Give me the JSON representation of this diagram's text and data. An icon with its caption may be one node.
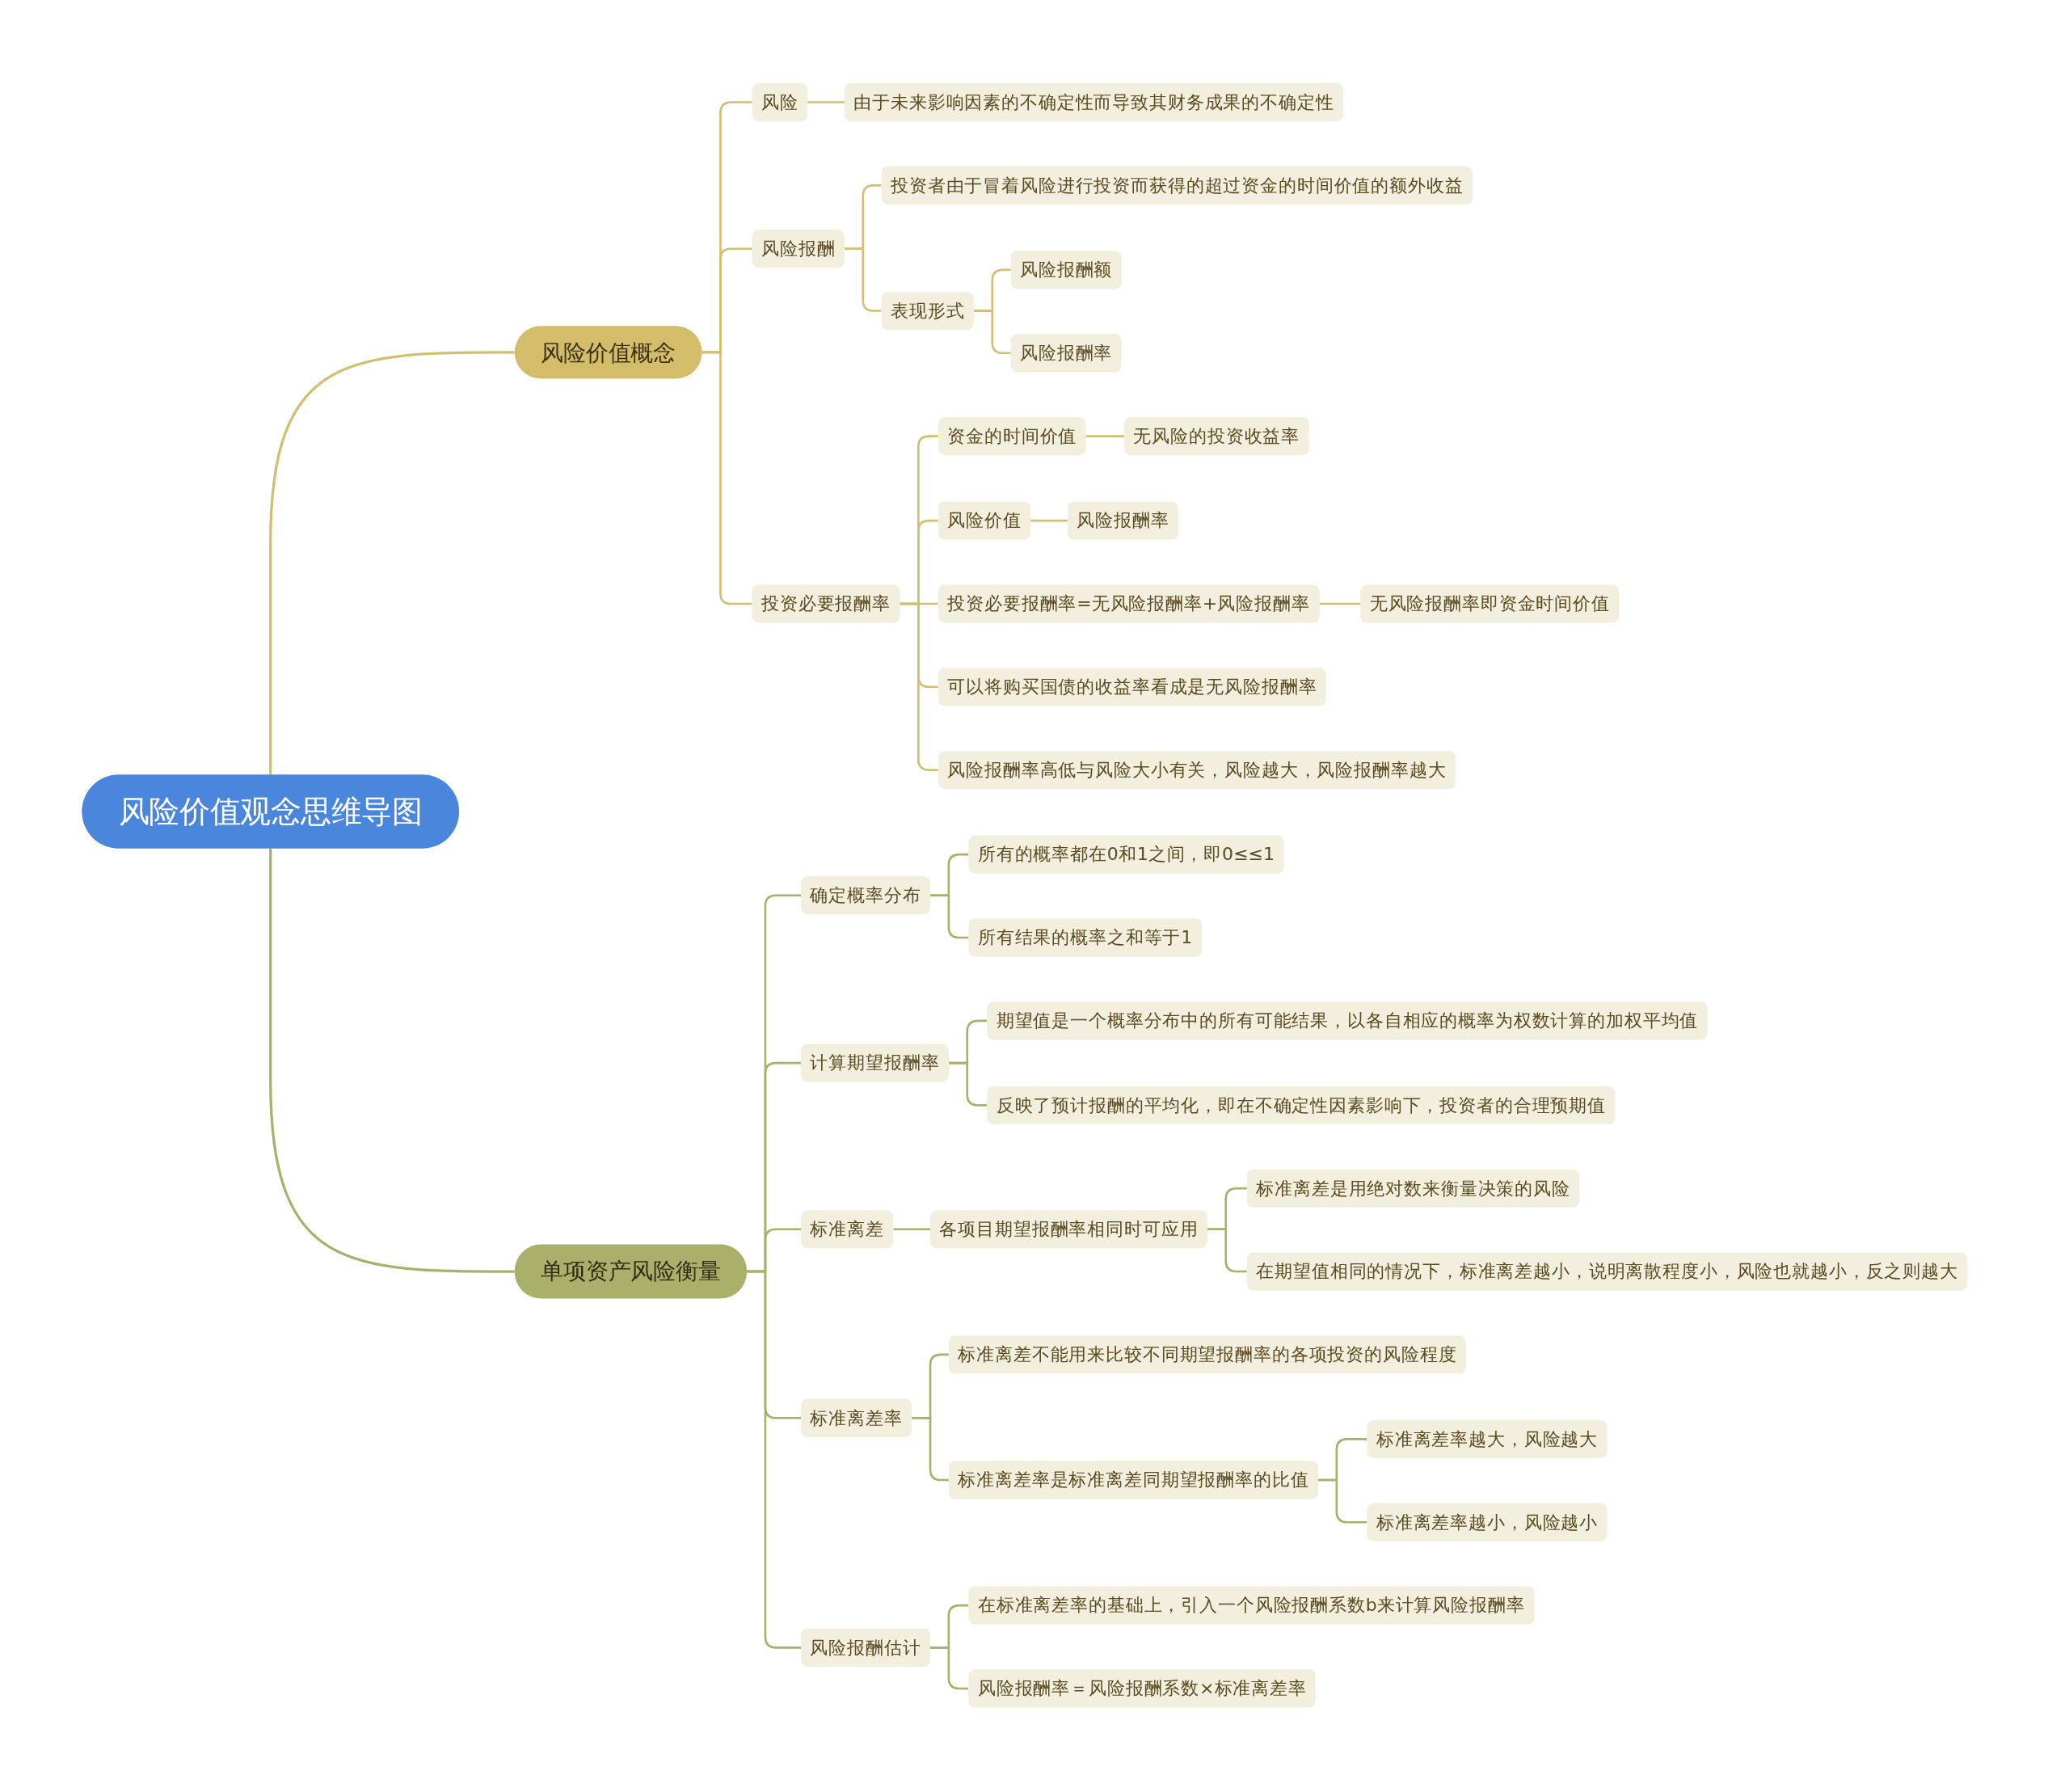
{
  "diagram": {
    "nodes": [
      {
        "text": [
          "风险价值观念思维导图"
        ]
      },
      {
        "text": [
          "风险价值概念"
        ]
      },
      {
        "text": [
          "风险"
        ]
      },
      {
        "text": [
          "由于未来影响因素的不确定性而导致其财务成果的不确定性"
        ]
      },
      {
        "text": [
          "风险报酬"
        ]
      },
      {
        "text": [
          "投资者由于冒着风险进行投资而获得的超过资金的时间价值的额外收益"
        ]
      },
      {
        "text": [
          "表现形式"
        ]
      },
      {
        "text": [
          "风险报酬额"
        ]
      },
      {
        "text": [
          "风险报酬率"
        ]
      },
      {
        "text": [
          "投资必要报酬率"
        ]
      },
      {
        "text": [
          "资金的时间价值"
        ]
      },
      {
        "text": [
          "无风险的投资收益率"
        ]
      },
      {
        "text": [
          "风险价值"
        ]
      },
      {
        "text": [
          "风险报酬率"
        ]
      },
      {
        "text": [
          "投资必要报酬率=无风险报酬率+风险报酬率"
        ]
      },
      {
        "text": [
          "无风险报酬率即资金时间价值"
        ]
      },
      {
        "text": [
          "可以将购买国债的收益率看成是无风险报酬率"
        ]
      },
      {
        "text": [
          "风险报酬率高低与风险大小有关，风险越大，风险报酬率越大"
        ]
      },
      {
        "text": [
          "单项资产风险衡量"
        ]
      },
      {
        "text": [
          "确定概率分布"
        ]
      },
      {
        "text": [
          "所有的概率都在0和1之间，即0≤≤1"
        ]
      },
      {
        "text": [
          "所有结果的概率之和等于1"
        ]
      },
      {
        "text": [
          "计算期望报酬率"
        ]
      },
      {
        "text": [
          "期望值是一个概率分布中的所有可能结果，以各自相应的概率为权数计算的加权平均值"
        ]
      },
      {
        "text": [
          "反映了预计报酬的平均化，即在不确定性因素影响下，投资者的合理预期值"
        ]
      },
      {
        "text": [
          "标准离差"
        ]
      },
      {
        "text": [
          "各项目期望报酬率相同时可应用"
        ]
      },
      {
        "text": [
          "标准离差是用绝对数来衡量决策的风险"
        ]
      },
      {
        "text": [
          "在期望值相同的情况下，标准离差越小，说明离散程度小，风险也就越小，反之则越大"
        ]
      },
      {
        "text": [
          "标准离差率"
        ]
      },
      {
        "text": [
          "标准离差不能用来比较不同期望报酬率的各项投资的风险程度"
        ]
      },
      {
        "text": [
          "标准离差率是标准离差同期望报酬率的比值"
        ]
      },
      {
        "text": [
          "标准离差率越大，风险越大"
        ]
      },
      {
        "text": [
          "标准离差率越小，风险越小"
        ]
      },
      {
        "text": [
          "风险报酬估计"
        ]
      },
      {
        "text": [
          "在标准离差率的基础上，引入一个风险报酬系数b来计算风险报酬率"
        ]
      },
      {
        "text": [
          "风险报酬率＝风险报酬系数×标准离差率"
        ]
      }
    ],
    "edges": [
      {
        "from": 0,
        "to": 1,
        "arrow": "none",
        "color": "#d2bf72"
      },
      {
        "from": 1,
        "to": 2,
        "arrow": "none",
        "color": "#d2bf72"
      },
      {
        "from": 2,
        "to": 3,
        "arrow": "none",
        "color": "#d2bf72"
      },
      {
        "from": 1,
        "to": 4,
        "arrow": "none",
        "color": "#d2bf72"
      },
      {
        "from": 4,
        "to": 5,
        "arrow": "none",
        "color": "#d2bf72"
      },
      {
        "from": 4,
        "to": 6,
        "arrow": "none",
        "color": "#d2bf72"
      },
      {
        "from": 6,
        "to": 7,
        "arrow": "none",
        "color": "#d2bf72"
      },
      {
        "from": 6,
        "to": 8,
        "arrow": "none",
        "color": "#d2bf72"
      },
      {
        "from": 1,
        "to": 9,
        "arrow": "none",
        "color": "#d2bf72"
      },
      {
        "from": 9,
        "to": 10,
        "arrow": "none",
        "color": "#d2bf72"
      },
      {
        "from": 10,
        "to": 11,
        "arrow": "none",
        "color": "#d2bf72"
      },
      {
        "from": 9,
        "to": 12,
        "arrow": "none",
        "color": "#d2bf72"
      },
      {
        "from": 12,
        "to": 13,
        "arrow": "none",
        "color": "#d2bf72"
      },
      {
        "from": 9,
        "to": 14,
        "arrow": "none",
        "color": "#d2bf72"
      },
      {
        "from": 14,
        "to": 15,
        "arrow": "none",
        "color": "#d2bf72"
      },
      {
        "from": 9,
        "to": 16,
        "arrow": "none",
        "color": "#d2bf72"
      },
      {
        "from": 9,
        "to": 17,
        "arrow": "none",
        "color": "#d2bf72"
      },
      {
        "from": 0,
        "to": 18,
        "arrow": "none"
      },
      {
        "from": 18,
        "to": 19,
        "arrow": "none"
      },
      {
        "from": 19,
        "to": 20,
        "arrow": "none"
      },
      {
        "from": 19,
        "to": 21,
        "arrow": "none"
      },
      {
        "from": 18,
        "to": 22,
        "arrow": "none"
      },
      {
        "from": 22,
        "to": 23,
        "arrow": "none"
      },
      {
        "from": 22,
        "to": 24,
        "arrow": "none"
      },
      {
        "from": 18,
        "to": 25,
        "arrow": "none"
      },
      {
        "from": 25,
        "to": 26,
        "arrow": "none"
      },
      {
        "from": 26,
        "to": 27,
        "arrow": "none"
      },
      {
        "from": 26,
        "to": 28,
        "arrow": "none"
      },
      {
        "from": 18,
        "to": 29,
        "arrow": "none"
      },
      {
        "from": 29,
        "to": 30,
        "arrow": "none"
      },
      {
        "from": 29,
        "to": 31,
        "arrow": "none"
      },
      {
        "from": 31,
        "to": 32,
        "arrow": "none"
      },
      {
        "from": 31,
        "to": 33,
        "arrow": "none"
      },
      {
        "from": 18,
        "to": 34,
        "arrow": "none"
      },
      {
        "from": 34,
        "to": 35,
        "arrow": "none"
      },
      {
        "from": 34,
        "to": 36,
        "arrow": "none"
      }
    ]
  }
}
